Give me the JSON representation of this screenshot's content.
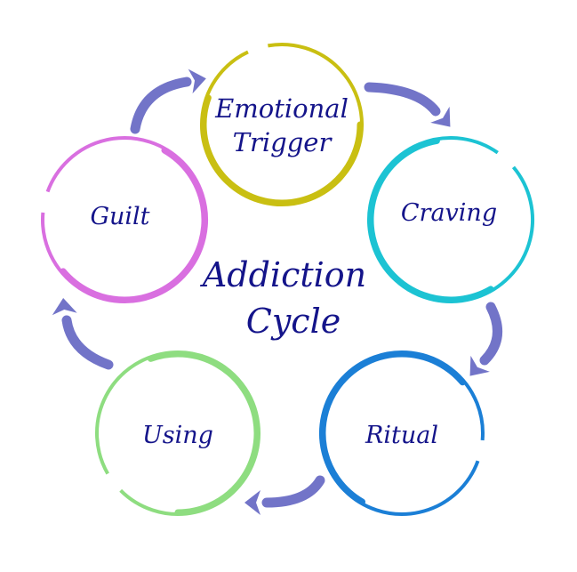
{
  "title": {
    "line1": "Addiction",
    "line2": "Cycle"
  },
  "stages": [
    {
      "line1": "Emotional",
      "line2": "Trigger",
      "color": "#c9bf12"
    },
    {
      "line1": "Craving",
      "line2": "",
      "color": "#1cc3d3"
    },
    {
      "line1": "Ritual",
      "line2": "",
      "color": "#1b7fd6"
    },
    {
      "line1": "Using",
      "line2": "",
      "color": "#8edd80"
    },
    {
      "line1": "Guilt",
      "line2": "",
      "color": "#d96fe0"
    }
  ],
  "arrow_color": "#7274c8",
  "text_color": "#14148a"
}
